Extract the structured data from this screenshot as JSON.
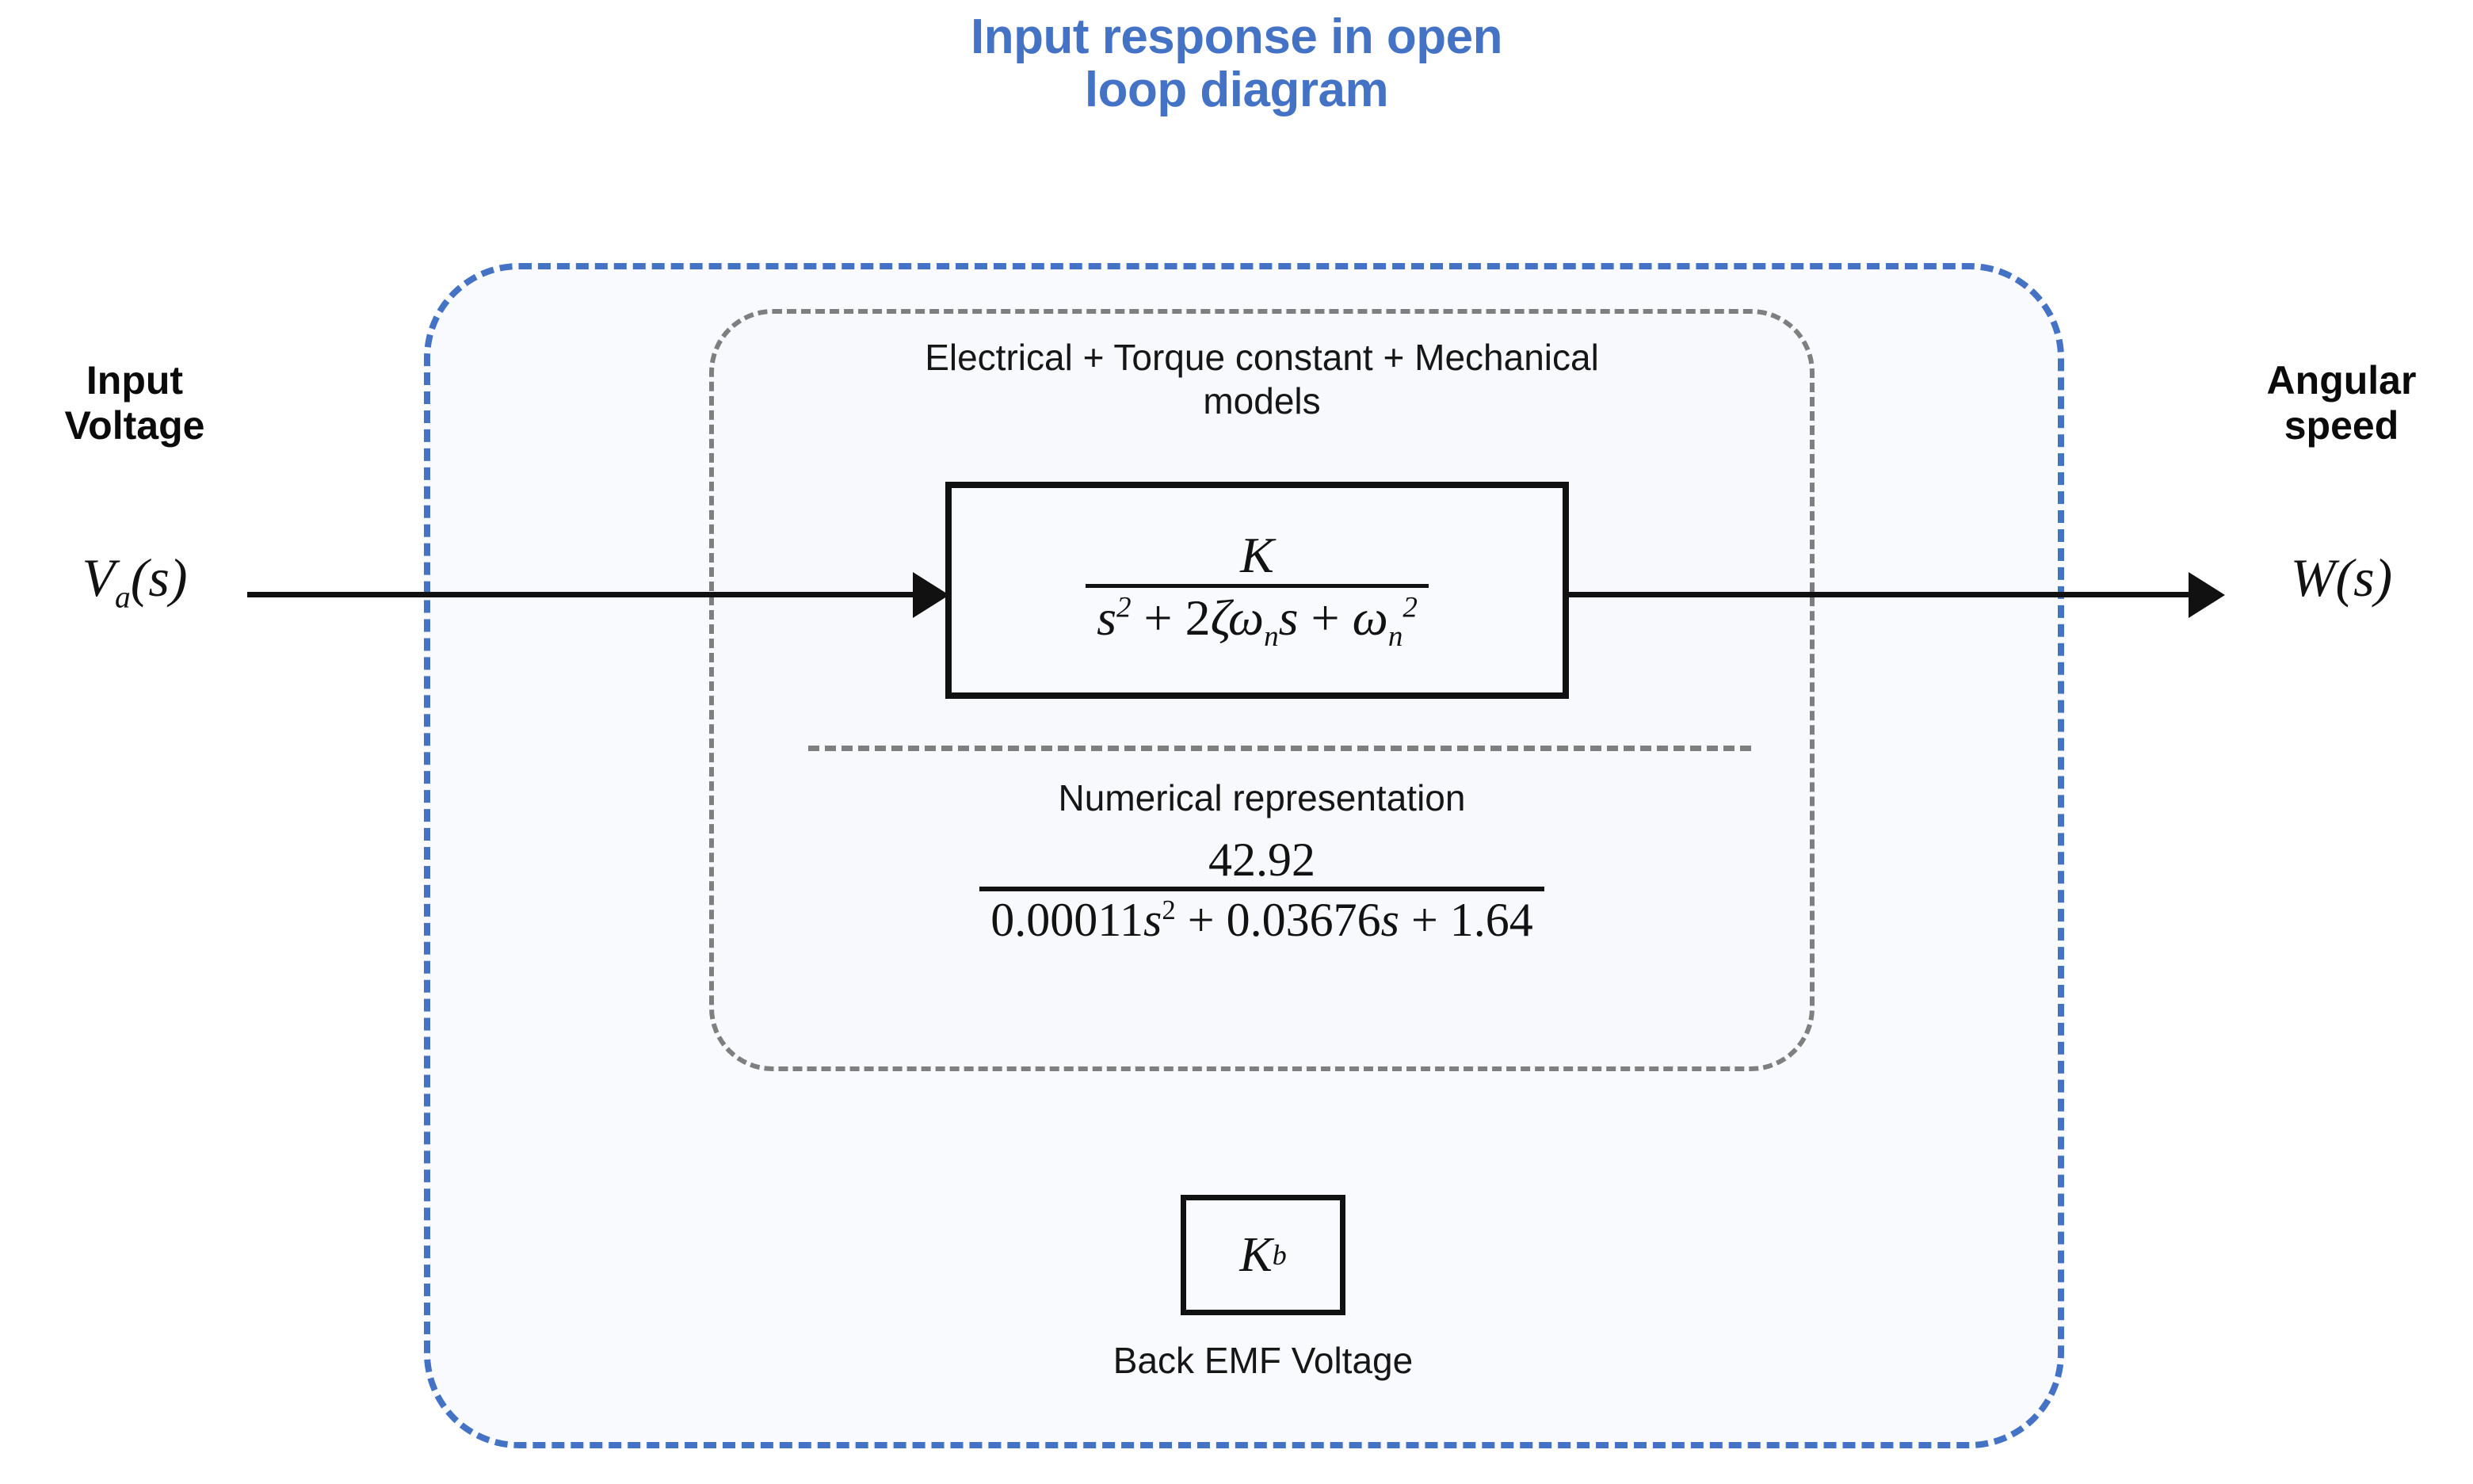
{
  "title": "Input response in open\nloop diagram",
  "colors": {
    "title_blue": "#4472C4",
    "system_boundary_dash": "#4472C4",
    "plant_boundary_dash": "#7F7F7F",
    "block_stroke": "#111111",
    "fill": "#F9FAFD"
  },
  "ports": {
    "input": {
      "label": "Input\nVoltage",
      "symbol": "V",
      "symbol_sub": "a",
      "symbol_arg": "(s)"
    },
    "output": {
      "label": "Angular\nspeed",
      "symbol": "W",
      "symbol_arg": "(s)"
    }
  },
  "plant": {
    "caption": "Electrical + Torque constant + Mechanical\nmodels",
    "symbolic": {
      "numerator": "K",
      "denominator_parts": {
        "s": "s",
        "s_exp": "2",
        "plus1": " + ",
        "two": "2",
        "zeta": "ζ",
        "omega": "ω",
        "omega_sub": "n",
        "s2": "s",
        "plus2": " + ",
        "omega2": "ω",
        "omega2_sub": "n",
        "omega2_exp": "2"
      },
      "denominator_plain": "s² + 2ζωₙs + ωₙ²"
    },
    "numeric": {
      "caption": "Numerical representation",
      "numerator": "42.92",
      "denominator_parts": {
        "a": "0.00011",
        "a_var": "s",
        "a_exp": "2",
        "plus1": " + ",
        "b": "0.03676",
        "b_var": "s",
        "plus2": " + ",
        "c": "1.64"
      },
      "denominator_plain": "0.00011s² + 0.03676s + 1.64"
    }
  },
  "feedback": {
    "symbol": "K",
    "symbol_sub": "b",
    "caption": "Back EMF Voltage"
  }
}
